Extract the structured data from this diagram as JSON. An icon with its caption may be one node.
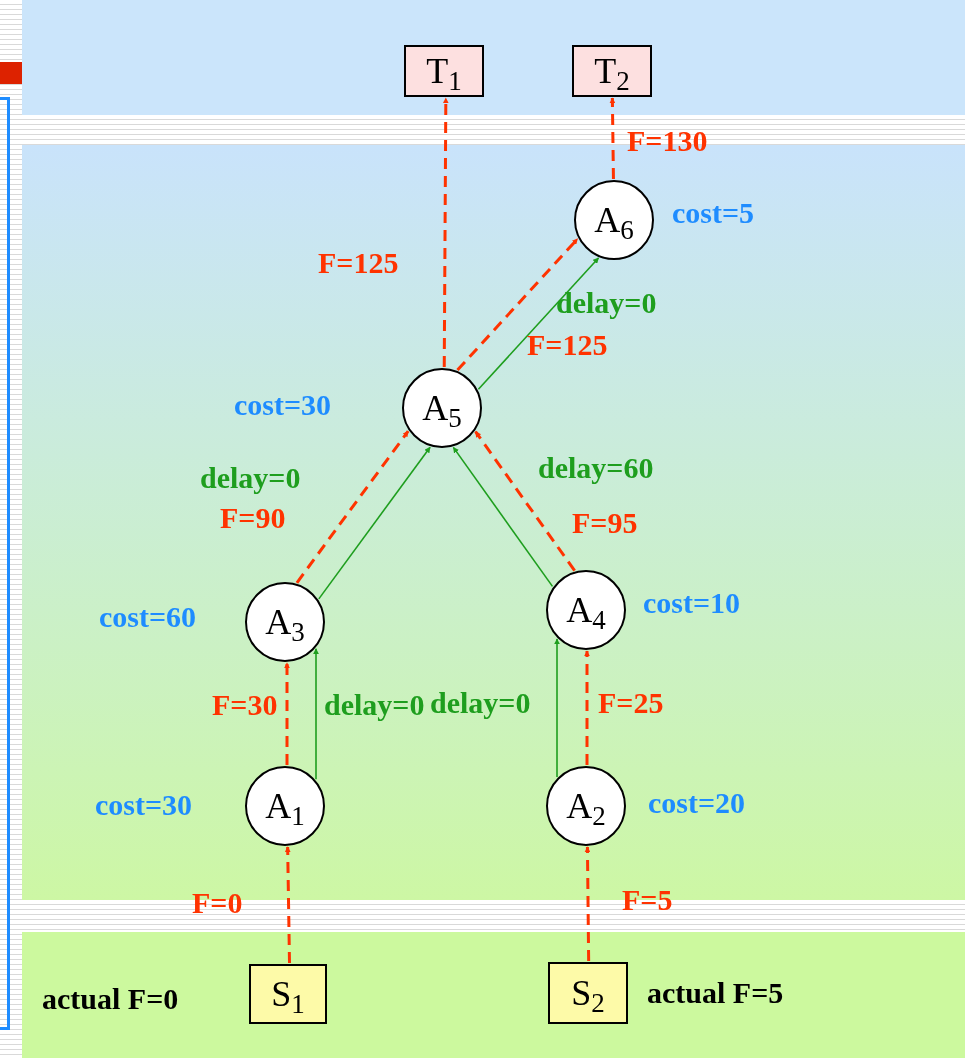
{
  "diagram": {
    "nodes": [
      {
        "text": [
          "T$_{1}$"
        ]
      },
      {
        "text": [
          "T$_{2}$"
        ]
      },
      {
        "text": [
          "A$_{6}$"
        ],
        "beside": [
          "cost=5"
        ]
      },
      {
        "text": [
          "A$_{5}$"
        ],
        "beside": [
          "cost=30"
        ]
      },
      {
        "text": [
          "A$_{3}$"
        ],
        "beside": [
          "cost=60"
        ]
      },
      {
        "text": [
          "A$_{4}$"
        ],
        "beside": [
          "cost=10"
        ]
      },
      {
        "text": [
          "A$_{1}$"
        ],
        "beside": [
          "cost=30"
        ]
      },
      {
        "text": [
          "A$_{2}$"
        ],
        "beside": [
          "cost=20"
        ]
      },
      {
        "text": [
          "S$_{1}$"
        ],
        "beside": [
          "actual F=0"
        ]
      },
      {
        "text": [
          "S$_{2}$"
        ],
        "beside": [
          "actual F=5"
        ]
      }
    ],
    "edges": [
      {
        "from": 8,
        "to": 6,
        "arrow": "to",
        "label": "F=0",
        "style": "dashed"
      },
      {
        "from": 9,
        "to": 7,
        "arrow": "to",
        "label": "F=5",
        "style": "dashed"
      },
      {
        "from": 6,
        "to": 4,
        "arrow": "to",
        "label": "F=30",
        "style": "dashed"
      },
      {
        "from": 6,
        "to": 4,
        "arrow": "to",
        "label": "delay=0",
        "color": "#1e9e1e"
      },
      {
        "from": 7,
        "to": 5,
        "arrow": "to",
        "label": "delay=0",
        "color": "#1e9e1e"
      },
      {
        "from": 7,
        "to": 5,
        "arrow": "to",
        "label": "F=25",
        "style": "dashed"
      },
      {
        "from": 4,
        "to": 3,
        "arrow": "to",
        "label": "F=90",
        "style": "dashed"
      },
      {
        "from": 4,
        "to": 3,
        "arrow": "to",
        "label": "delay=0",
        "color": "#1e9e1e"
      },
      {
        "from": 5,
        "to": 3,
        "arrow": "to",
        "label": "F=95",
        "style": "dashed"
      },
      {
        "from": 5,
        "to": 3,
        "arrow": "to",
        "label": "delay=60",
        "color": "#1e9e1e"
      },
      {
        "from": 3,
        "to": 2,
        "arrow": "to",
        "label": "F=125",
        "style": "dashed"
      },
      {
        "from": 3,
        "to": 2,
        "arrow": "to",
        "label": "delay=0",
        "color": "#1e9e1e"
      },
      {
        "from": 3,
        "to": 0,
        "arrow": "to",
        "label": "F=125",
        "style": "dashed"
      },
      {
        "from": 2,
        "to": 1,
        "arrow": "to",
        "label": "F=130",
        "style": "dashed"
      }
    ]
  }
}
